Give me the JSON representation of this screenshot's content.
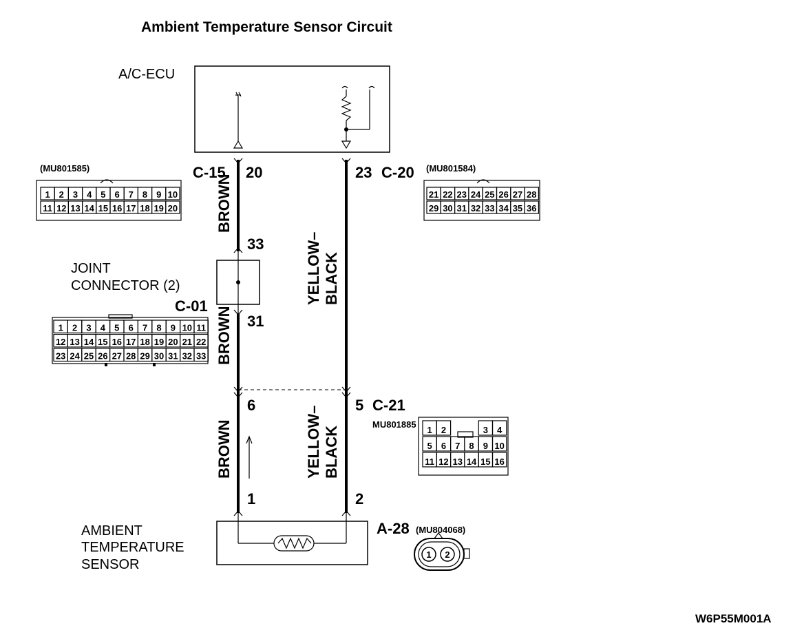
{
  "title": "Ambient Temperature Sensor Circuit",
  "footer_code": "W6P55M001A",
  "ecu": {
    "label": "A/C-ECU"
  },
  "c15": {
    "name": "C-15",
    "pin": "20",
    "part": "(MU801585)",
    "rows": [
      [
        "1",
        "2",
        "3",
        "4",
        "5",
        "6",
        "7",
        "8",
        "9",
        "10"
      ],
      [
        "11",
        "12",
        "13",
        "14",
        "15",
        "16",
        "17",
        "18",
        "19",
        "20"
      ]
    ]
  },
  "c20": {
    "name": "C-20",
    "pin": "23",
    "part": "(MU801584)",
    "rows": [
      [
        "21",
        "22",
        "23",
        "24",
        "25",
        "26",
        "27",
        "28"
      ],
      [
        "29",
        "30",
        "31",
        "32",
        "33",
        "34",
        "35",
        "36"
      ]
    ]
  },
  "joint": {
    "label_line1": "JOINT",
    "label_line2": "CONNECTOR (2)",
    "name": "C-01",
    "pin_top": "33",
    "pin_bottom": "31",
    "rows": [
      [
        "1",
        "2",
        "3",
        "4",
        "5",
        "6",
        "7",
        "8",
        "9",
        "10",
        "11"
      ],
      [
        "12",
        "13",
        "14",
        "15",
        "16",
        "17",
        "18",
        "19",
        "20",
        "21",
        "22"
      ],
      [
        "23",
        "24",
        "25",
        "26",
        "27",
        "28",
        "29",
        "30",
        "31",
        "32",
        "33"
      ]
    ]
  },
  "c21": {
    "name": "C-21",
    "pin_left": "6",
    "pin_right": "5",
    "part": "MU801885",
    "rows": [
      [
        "1",
        "2",
        "",
        "",
        "3",
        "4"
      ],
      [
        "5",
        "6",
        "7",
        "8",
        "9",
        "10"
      ],
      [
        "11",
        "12",
        "13",
        "14",
        "15",
        "16"
      ]
    ]
  },
  "sensor": {
    "label_line1": "AMBIENT",
    "label_line2": "TEMPERATURE",
    "label_line3": "SENSOR",
    "pin_left": "1",
    "pin_right": "2"
  },
  "a28": {
    "name": "A-28",
    "part": "(MU804068)",
    "pins": [
      "1",
      "2"
    ]
  },
  "wires": {
    "brown": "BROWN",
    "yellow_line1": "YELLOW–",
    "yellow_line2": "BLACK"
  }
}
